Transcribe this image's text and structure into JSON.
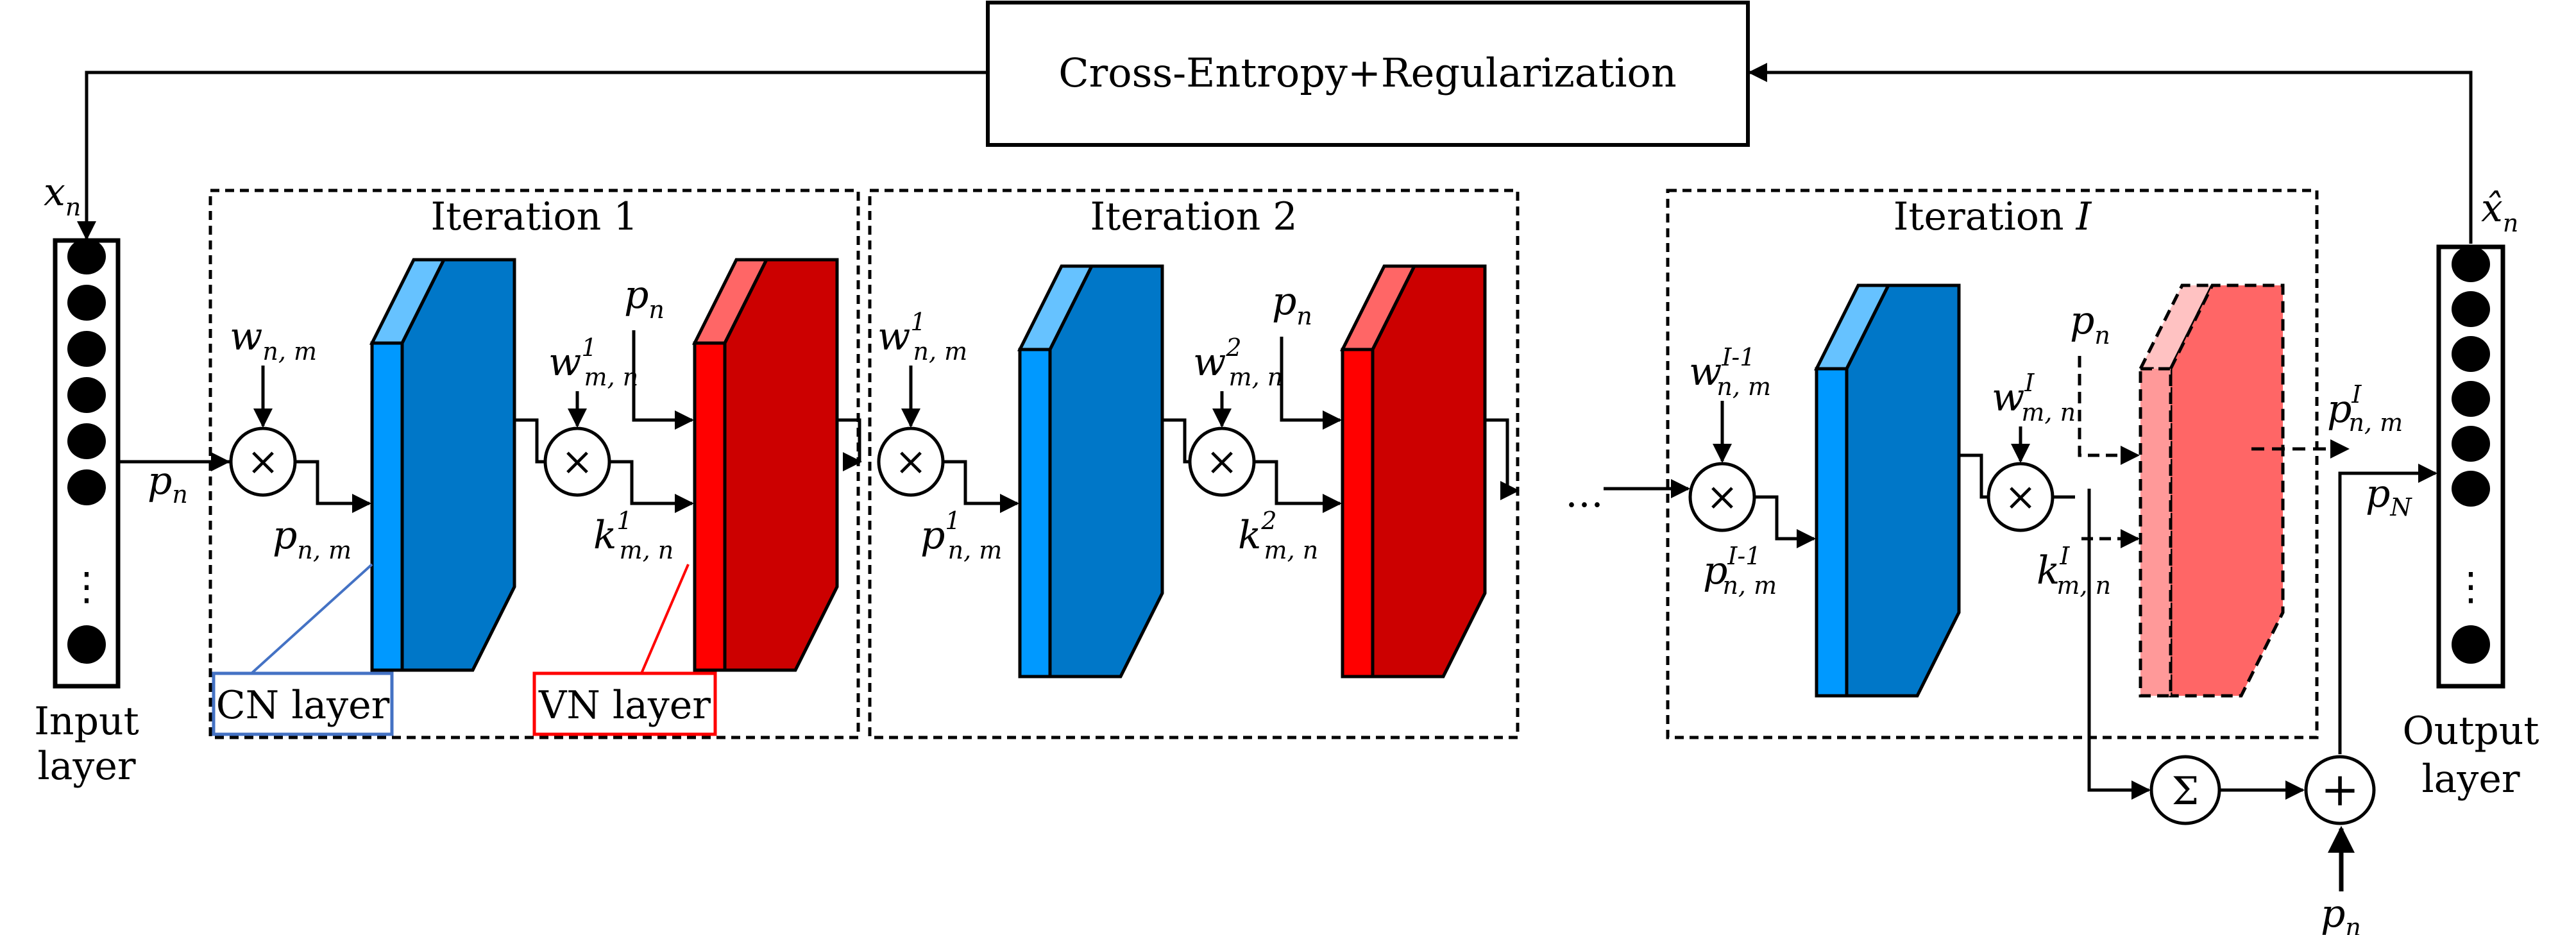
{
  "loss_box": {
    "label": "Cross-Entropy+Regularization"
  },
  "input_layer": {
    "label_line1": "Input",
    "label_line2": "layer",
    "input_symbol": "x",
    "input_sub": "n",
    "node_count_visible": 7,
    "ellipsis": "⋮"
  },
  "output_layer": {
    "label_line1": "Output",
    "label_line2": "layer",
    "output_symbol": "x̂",
    "output_sub": "n",
    "node_count_visible": 7,
    "ellipsis": "⋮"
  },
  "colors": {
    "cn_front": "#0099ff",
    "cn_side": "#0077c8",
    "cn_top": "#66c2ff",
    "vn_front": "#ff0000",
    "vn_side": "#cc0000",
    "vn_top": "#ff6666",
    "vn_last_front": "#ff9999",
    "vn_last_side": "#ff6666",
    "vn_last_top": "#ffc2c2",
    "cn_callout": "#4472c4",
    "vn_callout": "#ff0000"
  },
  "callouts": {
    "cn": "CN layer",
    "vn": "VN layer"
  },
  "iterations": [
    {
      "title": "Iteration 1",
      "w_in": {
        "base": "w",
        "sup": "",
        "sub": "n, m"
      },
      "p_in": {
        "base": "p",
        "sup": "",
        "sub": "n, m"
      },
      "w_mid": {
        "base": "w",
        "sup": "1",
        "sub": "m, n"
      },
      "k_mid": {
        "base": "k",
        "sup": "1",
        "sub": "m, n"
      },
      "pn": {
        "base": "p",
        "sub": "n"
      }
    },
    {
      "title": "Iteration 2",
      "w_in": {
        "base": "w",
        "sup": "1",
        "sub": "n, m"
      },
      "p_in": {
        "base": "p",
        "sup": "1",
        "sub": "n, m"
      },
      "w_mid": {
        "base": "w",
        "sup": "2",
        "sub": "m, n"
      },
      "k_mid": {
        "base": "k",
        "sup": "2",
        "sub": "m, n"
      },
      "pn": {
        "base": "p",
        "sub": "n"
      }
    },
    {
      "title": "Iteration ",
      "title_italic": "I",
      "w_in": {
        "base": "w",
        "sup": "I-1",
        "sub": "n, m"
      },
      "p_in": {
        "base": "p",
        "sup": "I-1",
        "sub": "n, m"
      },
      "w_mid": {
        "base": "w",
        "sup": "I",
        "sub": "m, n"
      },
      "k_mid": {
        "base": "k",
        "sup": "I",
        "sub": "m, n"
      },
      "pn": {
        "base": "p",
        "sub": "n"
      }
    }
  ],
  "signals": {
    "pn_input": {
      "base": "p",
      "sub": "n"
    },
    "p_out": {
      "base": "p",
      "sup": "I",
      "sub": "n, m"
    },
    "pN": {
      "base": "p",
      "sub": "N"
    },
    "pn_bottom": {
      "base": "p",
      "sub": "n"
    },
    "ellipsis": "…"
  },
  "operators": {
    "multiply": "×",
    "sum": "Σ",
    "add": "+"
  }
}
